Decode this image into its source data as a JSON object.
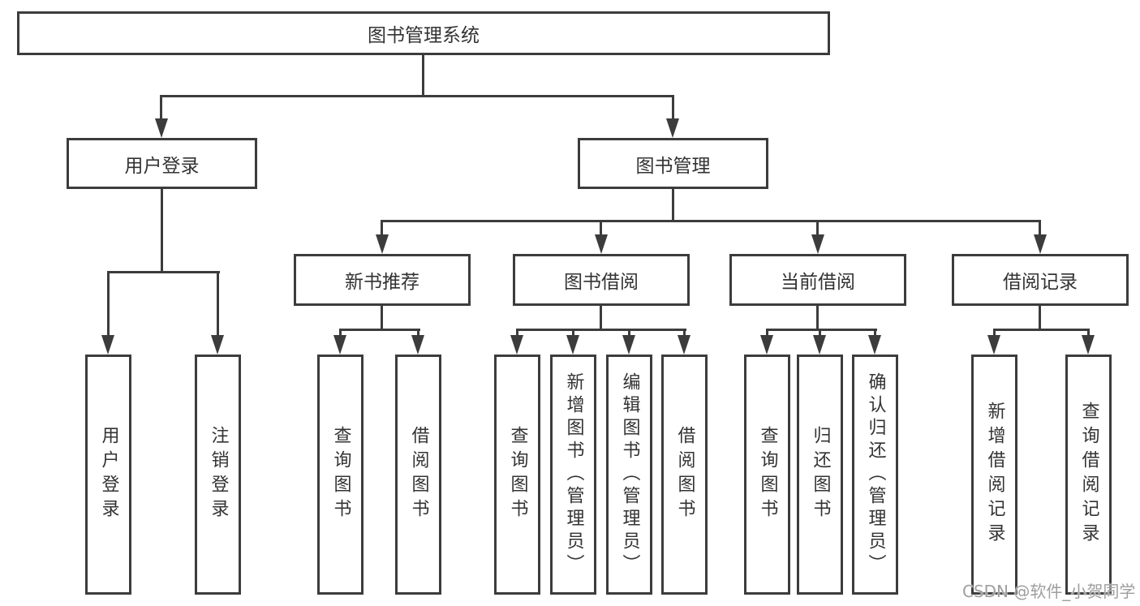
{
  "diagram": {
    "title": "图书管理系统",
    "nodes": {
      "root": "图书管理系统",
      "user_login": "用户登录",
      "book_management": "图书管理",
      "new_book_recommend": "新书推荐",
      "book_borrow": "图书借阅",
      "current_borrow": "当前借阅",
      "borrow_record": "借阅记录",
      "leaf_user_login": "用户登录",
      "leaf_logout": "注销登录",
      "leaf_recommend_query_book": "查询图书",
      "leaf_recommend_borrow_book": "借阅图书",
      "leaf_borrow_query_book": "查询图书",
      "leaf_borrow_add_book": "新增图书（管理员）",
      "leaf_borrow_edit_book": "编辑图书（管理员）",
      "leaf_borrow_borrow_book": "借阅图书",
      "leaf_current_query_book": "查询图书",
      "leaf_current_return_book": "归还图书",
      "leaf_current_confirm_return": "确认归还（管理员）",
      "leaf_record_add": "新增借阅记录",
      "leaf_record_query": "查询借阅记录"
    },
    "structure": {
      "图书管理系统": [
        "用户登录",
        "图书管理"
      ],
      "用户登录": [
        "用户登录",
        "注销登录"
      ],
      "图书管理": [
        "新书推荐",
        "图书借阅",
        "当前借阅",
        "借阅记录"
      ],
      "新书推荐": [
        "查询图书",
        "借阅图书"
      ],
      "图书借阅": [
        "查询图书",
        "新增图书（管理员）",
        "编辑图书（管理员）",
        "借阅图书"
      ],
      "当前借阅": [
        "查询图书",
        "归还图书",
        "确认归还（管理员）"
      ],
      "借阅记录": [
        "新增借阅记录",
        "查询借阅记录"
      ]
    },
    "watermark": "CSDN @软件_小贺同学",
    "colors": {
      "line": "#3c3c3c",
      "text": "#333333",
      "watermark": "#9e9e9e",
      "background": "#ffffff"
    }
  }
}
